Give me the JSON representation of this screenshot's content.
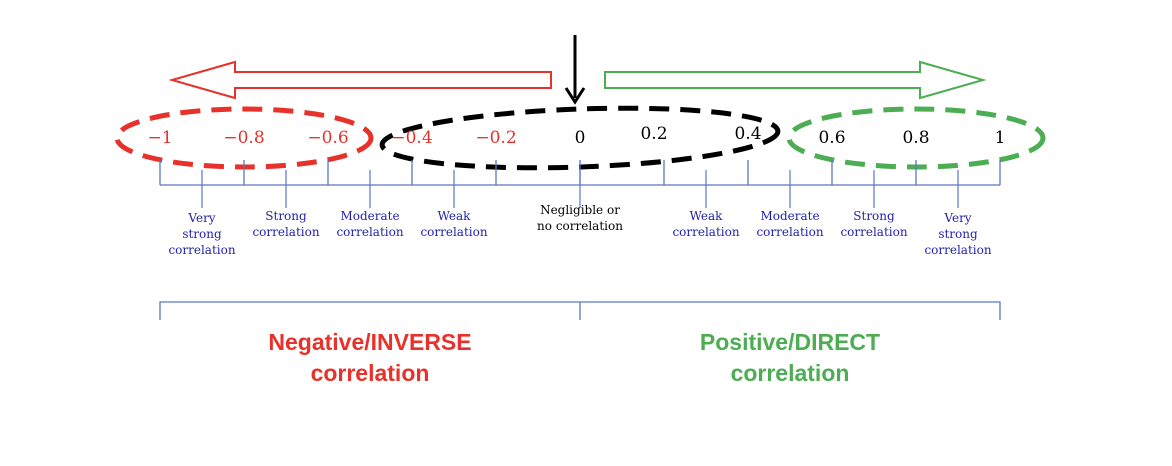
{
  "colors": {
    "negative": "#e8312a",
    "positive": "#4cad52",
    "neutral": "#000000",
    "axis": "#5a76c8",
    "label": "#2222b0"
  },
  "marker": {
    "type": "down-arrow",
    "value": 0
  },
  "ticks": [
    {
      "value": -1,
      "label": "−1",
      "tone": "negative"
    },
    {
      "value": -0.8,
      "label": "−0.8",
      "tone": "negative"
    },
    {
      "value": -0.6,
      "label": "−0.6",
      "tone": "negative"
    },
    {
      "value": -0.4,
      "label": "−0.4",
      "tone": "negative"
    },
    {
      "value": -0.2,
      "label": "−0.2",
      "tone": "negative"
    },
    {
      "value": 0,
      "label": "0",
      "tone": "neutral"
    },
    {
      "value": 0.2,
      "label": "0.2",
      "tone": "neutral"
    },
    {
      "value": 0.4,
      "label": "0.4",
      "tone": "neutral"
    },
    {
      "value": 0.6,
      "label": "0.6",
      "tone": "neutral"
    },
    {
      "value": 0.8,
      "label": "0.8",
      "tone": "neutral"
    },
    {
      "value": 1,
      "label": "1",
      "tone": "neutral"
    }
  ],
  "categories": [
    {
      "lines": [
        "Very",
        "strong",
        "correlation"
      ],
      "value": -0.9,
      "tone": "label"
    },
    {
      "lines": [
        "Strong",
        "correlation"
      ],
      "value": -0.7,
      "tone": "label"
    },
    {
      "lines": [
        "Moderate",
        "correlation"
      ],
      "value": -0.5,
      "tone": "label"
    },
    {
      "lines": [
        "Weak",
        "correlation"
      ],
      "value": -0.3,
      "tone": "label"
    },
    {
      "lines": [
        "Negligible or",
        "no correlation"
      ],
      "value": 0,
      "tone": "neutral"
    },
    {
      "lines": [
        "Weak",
        "correlation"
      ],
      "value": 0.3,
      "tone": "label"
    },
    {
      "lines": [
        "Moderate",
        "correlation"
      ],
      "value": 0.5,
      "tone": "label"
    },
    {
      "lines": [
        "Strong",
        "correlation"
      ],
      "value": 0.7,
      "tone": "label"
    },
    {
      "lines": [
        "Very",
        "strong",
        "correlation"
      ],
      "value": 0.9,
      "tone": "label"
    }
  ],
  "groups": [
    {
      "from": -1,
      "to": 0,
      "label_lines": [
        "Negative/INVERSE",
        "correlation"
      ],
      "tone": "negative"
    },
    {
      "from": 0,
      "to": 1,
      "label_lines": [
        "Positive/DIRECT",
        "correlation"
      ],
      "tone": "positive"
    }
  ],
  "highlights": [
    {
      "from": -1,
      "to": -0.6,
      "tone": "negative"
    },
    {
      "from": -0.4,
      "to": 0.4,
      "tone": "neutral"
    },
    {
      "from": 0.6,
      "to": 1,
      "tone": "positive"
    }
  ],
  "arrows": [
    {
      "direction": "left",
      "tone": "negative"
    },
    {
      "direction": "right",
      "tone": "positive"
    }
  ]
}
